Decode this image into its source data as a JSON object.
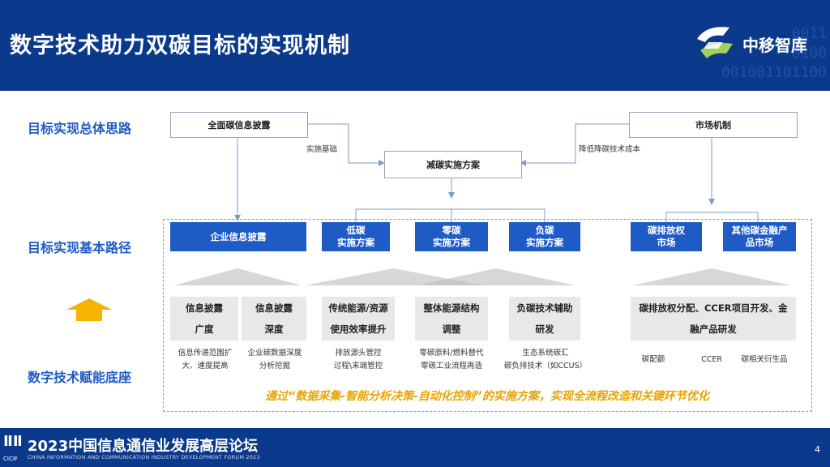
{
  "header": {
    "title": "数字技术助力双碳目标的实现机制",
    "logo_text": "中移智库",
    "decor_digits": [
      "0011",
      "0100",
      "001001101100"
    ]
  },
  "row_labels": {
    "top": "目标实现总体思路",
    "middle": "目标实现基本路径",
    "bottom": "数字技术赋能底座"
  },
  "top_boxes": {
    "disclosure": "全面碳信息披露",
    "market": "市场机制",
    "plan": "减碳实施方案"
  },
  "edge_labels": {
    "basis": "实施基础",
    "cost": "降低降碳技术成本"
  },
  "blue_boxes": [
    {
      "label": "企业信息披露"
    },
    {
      "label": "低碳\n实施方案"
    },
    {
      "label": "零碳\n实施方案"
    },
    {
      "label": "负碳\n实施方案"
    },
    {
      "label": "碳排放权\n市场"
    },
    {
      "label": "其他碳金融产\n品市场"
    }
  ],
  "cells": [
    {
      "label": "信息披露\n广度"
    },
    {
      "label": "信息披露\n深度"
    },
    {
      "label": "传统能源/资源\n使用效率提升"
    },
    {
      "label": "整体能源结构\n调整"
    },
    {
      "label": "负碳技术辅助\n研发"
    },
    {
      "label": "碳排放权分配、CCER项目开发、金\n融产品研发"
    }
  ],
  "details": [
    {
      "text": "信息传递范围扩\n大、速度提高"
    },
    {
      "text": "企业碳数据深度\n分析挖掘"
    },
    {
      "text": "排放源头管控\n过程\\末端管控"
    },
    {
      "text": "零碳原料/燃料替代\n零碳工业流程再造"
    },
    {
      "text": "生态系统碳汇\n碳负排技术（如CCUS）"
    },
    {
      "text": "碳配额"
    },
    {
      "text": "CCER"
    },
    {
      "text": "碳相关衍生品"
    }
  ],
  "footnote": "通过“数据采集-智能分析决策-自动化控制”的实施方案，实现全流程改造和关键环节优化",
  "footer": {
    "title": "2023中国信息通信业发展高层论坛",
    "subtitle": "CHINA INFORMATION AND COMMUNICATION INDUSTRY DEVELOPMENT FORUM 2023",
    "mark": "CICIF",
    "page": "4"
  },
  "colors": {
    "header_bg": "#0b3a8c",
    "accent_blue": "#1f5bc4",
    "footnote_orange": "#e8a400",
    "cell_grey": "#e8e8e8"
  }
}
